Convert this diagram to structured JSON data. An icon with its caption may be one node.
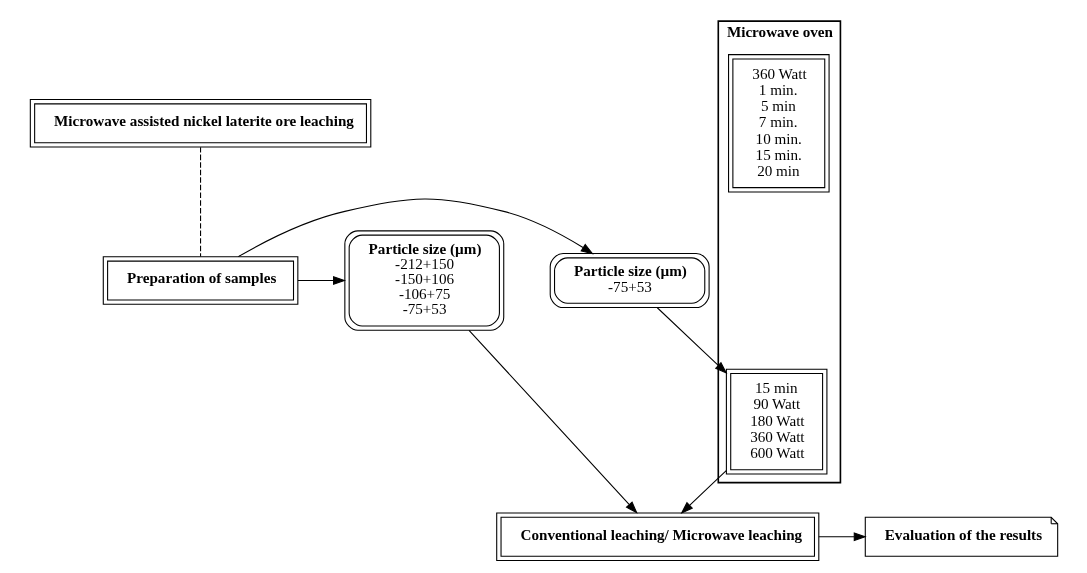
{
  "diagram": {
    "nodes": [
      {
        "text": [
          "Microwave assisted nickel laterite ore leaching"
        ]
      },
      {
        "text": [
          "Particle size (µm)",
          "-75+53"
        ]
      },
      {
        "text": [
          "Preparation of samples"
        ]
      },
      {
        "text": [
          "Particle size (µm)",
          "-212+150",
          "-150+106",
          "-106+75",
          "-75+53"
        ]
      },
      {
        "text": [
          "Microwave oven"
        ]
      },
      {
        "text": [
          "15 min",
          "90 Watt",
          "180 Watt",
          "360 Watt",
          "600 Watt"
        ],
        "in": 4
      },
      {
        "text": [
          "360 Watt",
          "1 min.",
          "5 min",
          "7 min.",
          "10 min.",
          "15 min.",
          "20 min"
        ],
        "in": 4
      },
      {
        "text": [
          "Evaluation of the results"
        ]
      },
      {
        "text": [
          "Conventional leaching/ Microwave leaching"
        ]
      }
    ],
    "edges": [
      {
        "from": 0,
        "to": 2,
        "arrow": "none",
        "style": "dashed"
      },
      {
        "from": 2,
        "to": 1,
        "arrow": "to"
      },
      {
        "from": 2,
        "to": 3,
        "arrow": "to"
      },
      {
        "from": 1,
        "to": 5,
        "arrow": "to"
      },
      {
        "from": 5,
        "to": 8,
        "arrow": "to"
      },
      {
        "from": 3,
        "to": 8,
        "arrow": "to"
      },
      {
        "from": 8,
        "to": 7,
        "arrow": "to"
      }
    ]
  }
}
